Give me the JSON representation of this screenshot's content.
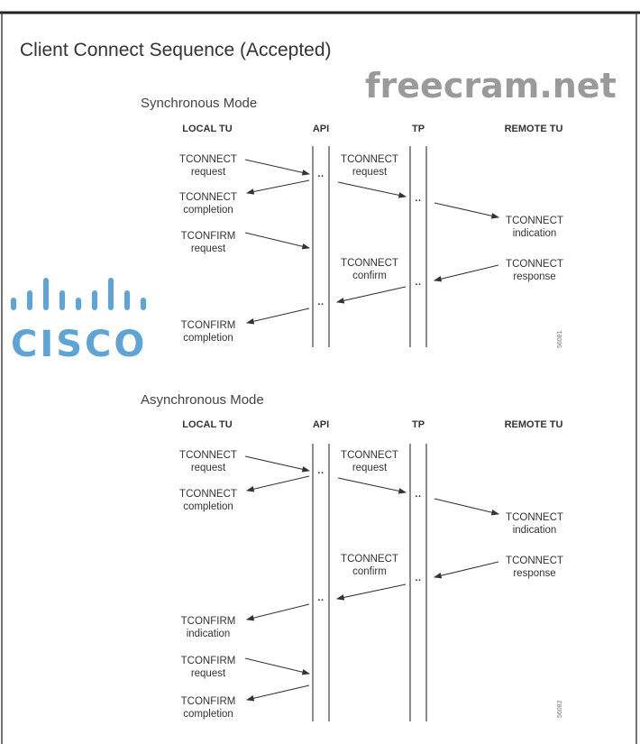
{
  "title": "Client Connect Sequence (Accepted)",
  "columns": {
    "local": "LOCAL TU",
    "api": "API",
    "tp": "TP",
    "remote": "REMOTE TU"
  },
  "sync": {
    "mode": "Synchronous Mode",
    "figure_id": "56081",
    "labels": {
      "l1a": "TCONNECT",
      "l1b": "request",
      "l2a": "TCONNECT",
      "l2b": "completion",
      "l3a": "TCONFIRM",
      "l3b": "request",
      "l4a": "TCONFIRM",
      "l4b": "completion",
      "m1a": "TCONNECT",
      "m1b": "request",
      "m2a": "TCONNECT",
      "m2b": "confirm",
      "r1a": "TCONNECT",
      "r1b": "indication",
      "r2a": "TCONNECT",
      "r2b": "response"
    }
  },
  "async": {
    "mode": "Asynchronous Mode",
    "figure_id": "56082",
    "labels": {
      "l1a": "TCONNECT",
      "l1b": "request",
      "l2a": "TCONNECT",
      "l2b": "completion",
      "l3a": "TCONFIRM",
      "l3b": "indication",
      "l4a": "TCONFIRM",
      "l4b": "request",
      "l5a": "TCONFIRM",
      "l5b": "completion",
      "m1a": "TCONNECT",
      "m1b": "request",
      "m2a": "TCONNECT",
      "m2b": "confirm",
      "r1a": "TCONNECT",
      "r1b": "indication",
      "r2a": "TCONNECT",
      "r2b": "response"
    }
  },
  "watermarks": {
    "logo": "CISCO",
    "site": "freecram.net"
  }
}
